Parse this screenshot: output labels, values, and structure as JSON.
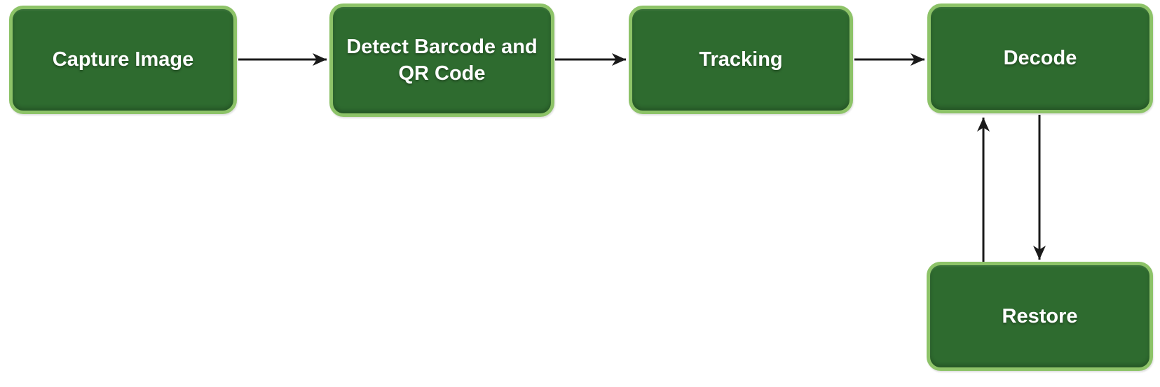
{
  "diagram": {
    "type": "flowchart",
    "nodes": [
      {
        "id": "capture",
        "label": "Capture Image"
      },
      {
        "id": "detect",
        "label": "Detect Barcode and QR Code"
      },
      {
        "id": "tracking",
        "label": "Tracking"
      },
      {
        "id": "decode",
        "label": "Decode"
      },
      {
        "id": "restore",
        "label": "Restore"
      }
    ],
    "edges": [
      {
        "from": "capture",
        "to": "detect",
        "direction": "right"
      },
      {
        "from": "detect",
        "to": "tracking",
        "direction": "right"
      },
      {
        "from": "tracking",
        "to": "decode",
        "direction": "right"
      },
      {
        "from": "restore",
        "to": "decode",
        "direction": "up"
      },
      {
        "from": "decode",
        "to": "restore",
        "direction": "down"
      }
    ]
  },
  "colors": {
    "node_fill": "#2e6b2f",
    "node_border": "#8dc368",
    "node_text": "#ffffff",
    "arrow": "#1a1a1a",
    "background": "#ffffff"
  }
}
